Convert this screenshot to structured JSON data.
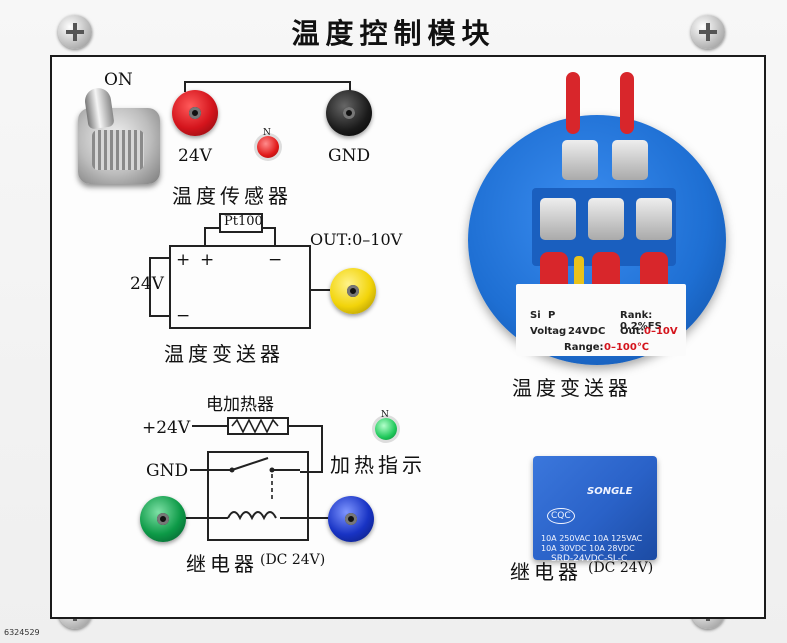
{
  "title": "温度控制模块",
  "switch": {
    "label": "ON"
  },
  "sensor": {
    "plus_label": "24V",
    "minus_label": "GND",
    "name": "温度传感器",
    "led_mark": "N"
  },
  "transmitter": {
    "element_label": "Pt100",
    "output_label": "OUT:0–10V",
    "supply_label": "24V",
    "plus1": "+",
    "plus2": "+",
    "minus_right": "−",
    "minus_left": "−",
    "name": "温度变送器"
  },
  "heater": {
    "label": "电加热器",
    "supply_label": "+24V",
    "gnd_label": "GND",
    "indicator_label": "加热指示",
    "led_mark": "N"
  },
  "relay_circuit": {
    "name": "继电器",
    "spec": "(DC 24V)"
  },
  "device_transmitter": {
    "label_signal": "Si",
    "label_p": "P",
    "label_voltage": "Voltag",
    "label_vdc": "24VDC",
    "label_rank": "Rank: 0.2%FS",
    "label_out_name": "Out:",
    "label_out_value": "0–10V",
    "label_range_name": "Range:",
    "label_range_value": "0–100℃",
    "name": "温度变送器"
  },
  "relay_device": {
    "brand": "SONGLE",
    "rating1": "10A 250VAC  10A 125VAC",
    "rating2": "10A  30VDC  10A  28VDC",
    "model": "SRD-24VDC-SL-C",
    "cert": "CQC",
    "name": "继电器",
    "spec": "(DC 24V)"
  },
  "serial": "6324529",
  "colors": {
    "red": "#d4141c",
    "black": "#1a1a1a",
    "yellow": "#f2d40a",
    "green": "#0d9a47",
    "blue": "#1833c4",
    "housing": "#1e6fd3",
    "relay": "#2a62c8"
  }
}
